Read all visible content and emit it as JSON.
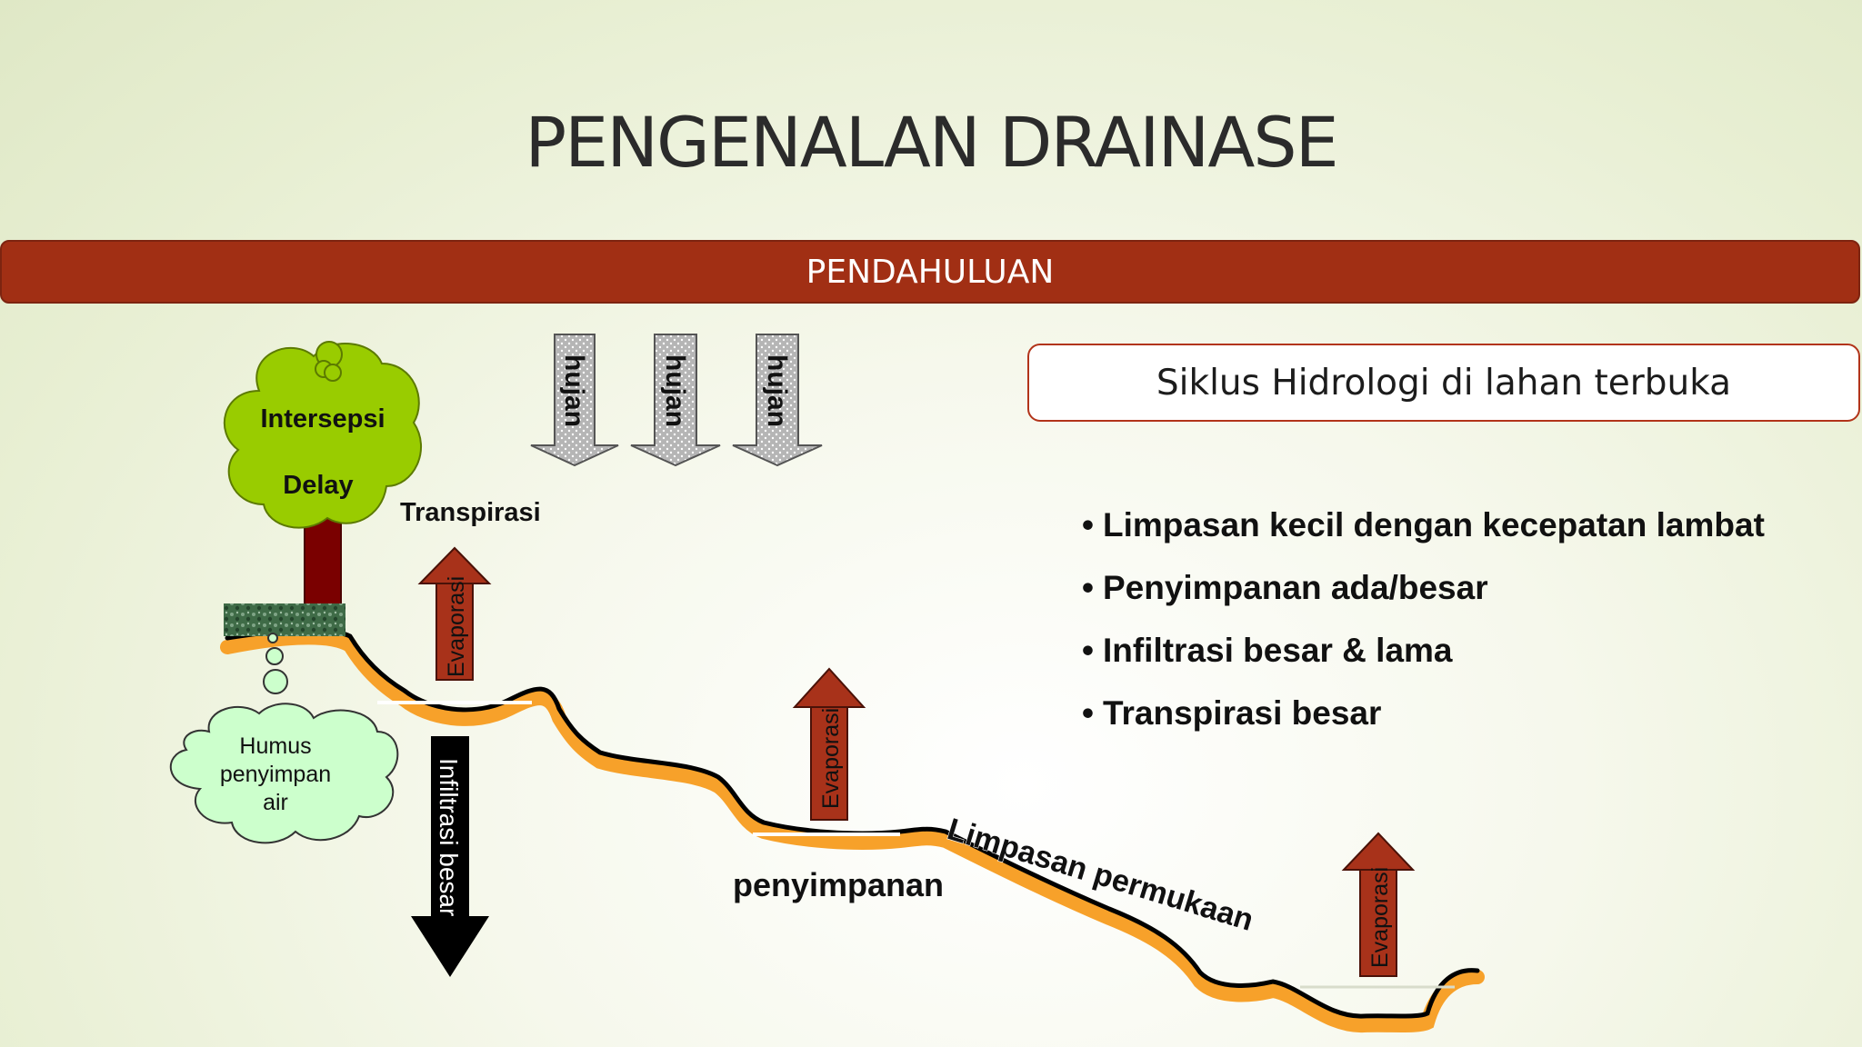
{
  "slide": {
    "title": "PENGENALAN DRAINASE",
    "banner": "PENDAHULUAN",
    "subtitle": "Siklus Hidrologi di lahan terbuka"
  },
  "bullets": [
    "Limpasan kecil dengan kecepatan lambat",
    "Penyimpanan ada/besar",
    "Infiltrasi besar & lama",
    "Transpirasi besar"
  ],
  "diagram": {
    "rain_labels": [
      "hujan",
      "hujan",
      "hujan"
    ],
    "tree_top_label": "Intersepsi",
    "tree_bottom_label": "Delay",
    "transpiration_label": "Transpirasi",
    "evaporation_labels": [
      "Evaporasi",
      "Evaporasi",
      "Evaporasi"
    ],
    "infiltration_label": "Infiltrasi besar",
    "storage_label": "penyimpanan",
    "runoff_label": "Limpasan permukaan",
    "humus_label": [
      "Humus",
      "penyimpan",
      "air"
    ]
  },
  "colors": {
    "banner": "#a12f14",
    "evaporation_arrow": "#a8321a",
    "ground_highlight": "#f7a12a",
    "tree_foliage": "#99cc00",
    "humus_cloud": "#ccffcc"
  }
}
